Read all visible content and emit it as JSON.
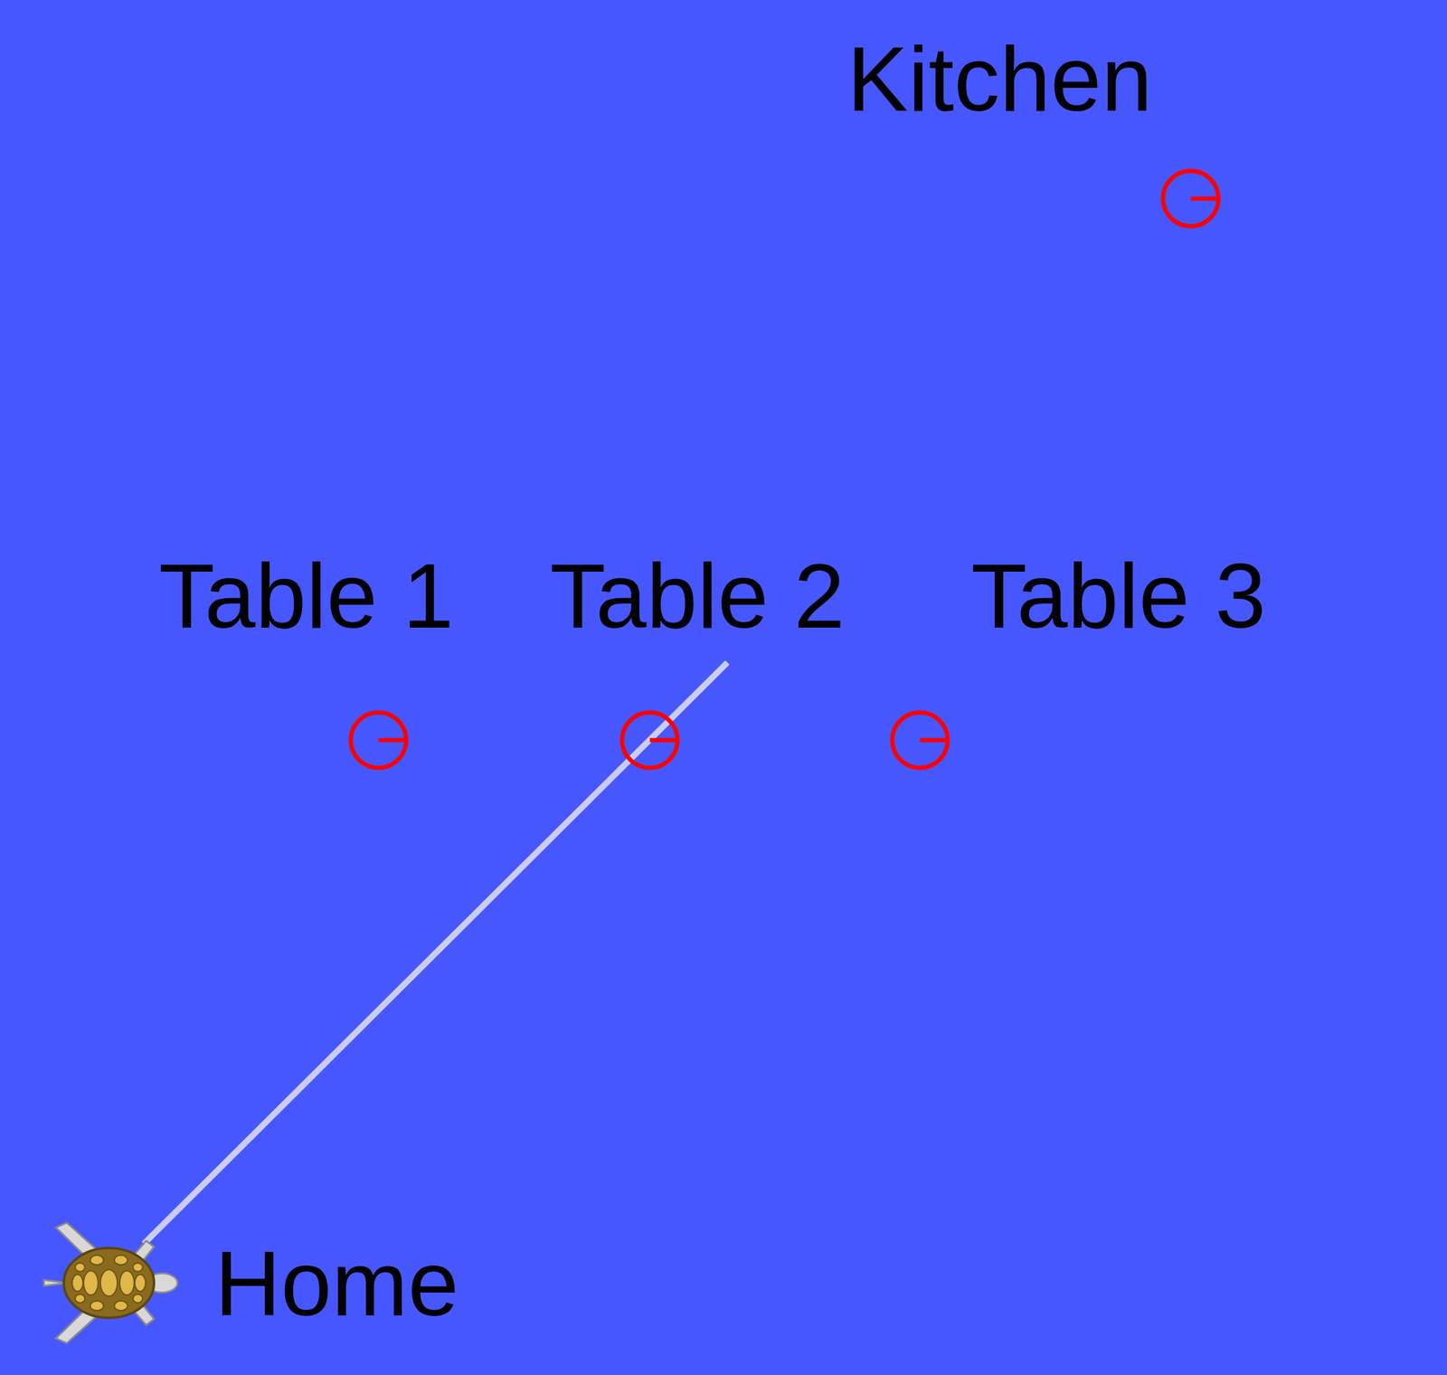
{
  "diagram": {
    "labels": [
      "Kitchen",
      "Table 1",
      "Table 2",
      "Table 3",
      "Home"
    ]
  }
}
